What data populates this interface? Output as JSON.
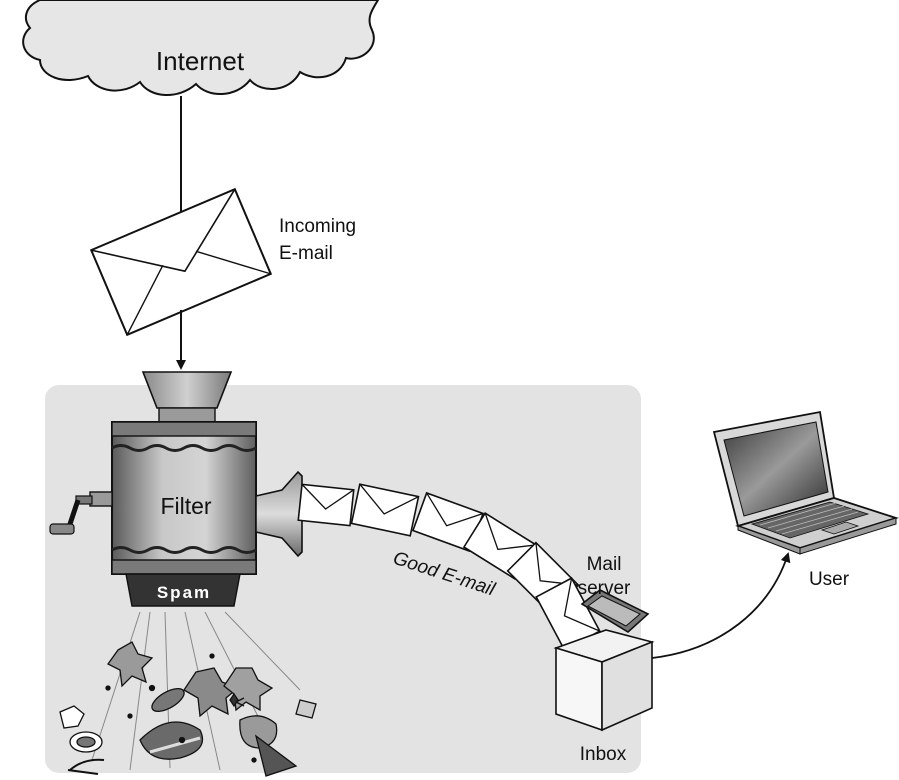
{
  "labels": {
    "internet": "Internet",
    "incoming_line1": "Incoming",
    "incoming_line2": "E-mail",
    "filter": "Filter",
    "spam": "Spam",
    "good_email": "Good E-mail",
    "mail_server_line1": "Mail",
    "mail_server_line2": "server",
    "inbox": "Inbox",
    "user": "User"
  },
  "colors": {
    "panel": "#e3e3e3",
    "machine_dark": "#6e6e6e",
    "machine_light": "#bdbdbd",
    "spam_chute": "#333333",
    "stroke": "#111111"
  },
  "icons": [
    "cloud-icon",
    "envelope-icon",
    "filter-machine-icon",
    "envelope-chain-icon",
    "inbox-box-icon",
    "laptop-icon",
    "spam-debris-icon"
  ]
}
